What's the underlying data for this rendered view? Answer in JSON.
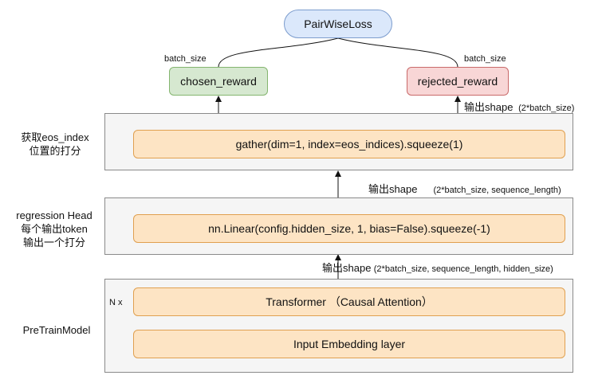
{
  "loss": {
    "label": "PairWiseLoss"
  },
  "rewards": {
    "chosen": {
      "label": "chosen_reward",
      "batch_label": "batch_size"
    },
    "rejected": {
      "label": "rejected_reward",
      "batch_label": "batch_size"
    }
  },
  "gather": {
    "side_label_line1": "获取eos_index",
    "side_label_line2": "位置的打分",
    "op": "gather(dim=1, index=eos_indices).squeeze(1)",
    "out_prefix": "输出shape",
    "out_shape": "(2*batch_size)"
  },
  "head": {
    "side_label_line1": "regression Head",
    "side_label_line2": "每个输出token",
    "side_label_line3": "输出一个打分",
    "op": "nn.Linear(config.hidden_size, 1, bias=False).squeeze(-1)",
    "out_prefix": "输出shape",
    "out_shape": "(2*batch_size, sequence_length)"
  },
  "pretrain": {
    "side_label": "PreTrainModel",
    "repeat_label": "N x",
    "transformer": "Transformer （Causal Attention）",
    "embedding": "Input Embedding layer",
    "out_prefix": "输出shape",
    "out_shape": "(2*batch_size, sequence_length, hidden_size)"
  },
  "colors": {
    "orange_fill": "#fde4c4",
    "green_fill": "#d6e8d0",
    "red_fill": "#f8d6d6",
    "blue_fill": "#dbe8fb",
    "panel_fill": "#f5f5f5"
  }
}
